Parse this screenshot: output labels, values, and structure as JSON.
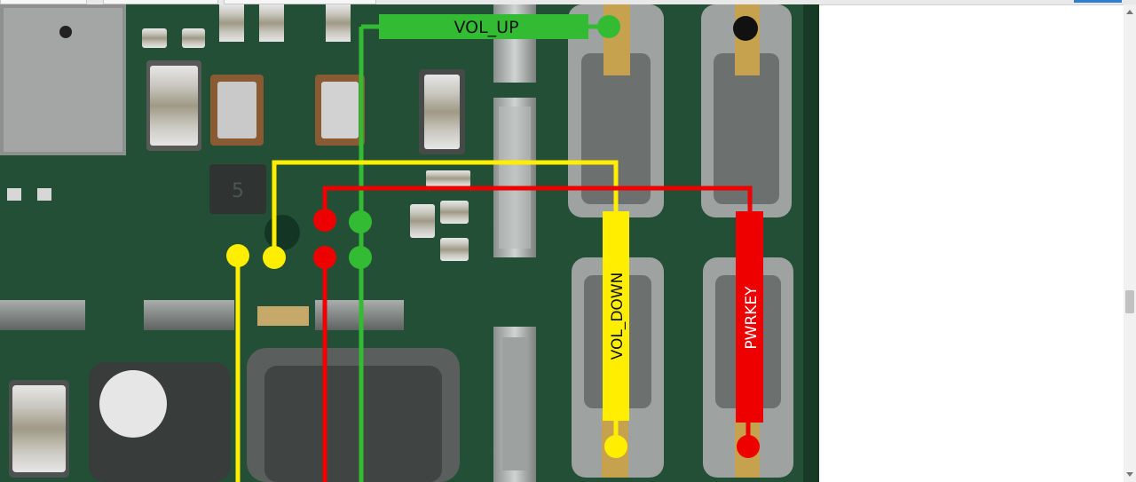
{
  "labels": {
    "vol_up": "VOL_UP",
    "vol_down": "VOL_DOWN",
    "pwrkey": "PWRKEY"
  },
  "colors": {
    "pcb": "#1f4a32",
    "vol_up_trace": "#33bb33",
    "vol_down_trace": "#ffee00",
    "pwrkey_trace": "#ee0000",
    "marker": "#111111"
  }
}
